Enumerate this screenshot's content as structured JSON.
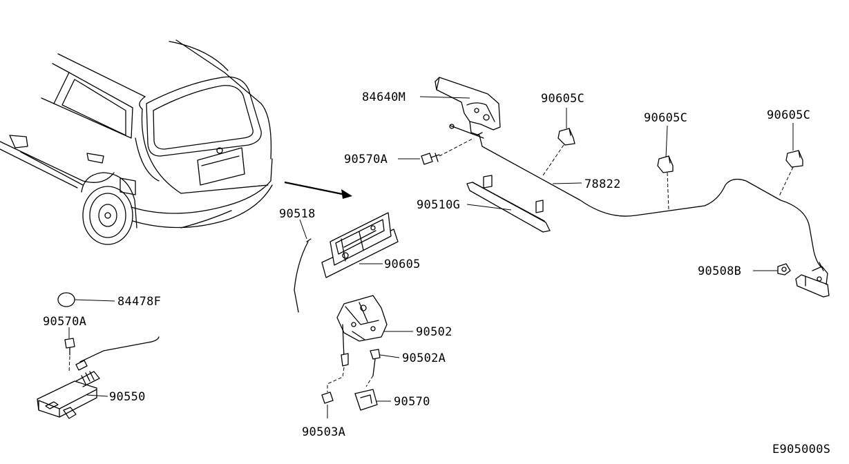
{
  "diagram_code": "E905000S",
  "callouts": {
    "p84640M": "84640M",
    "p90605C_1": "90605C",
    "p90605C_2": "90605C",
    "p90605C_3": "90605C",
    "p90570A_top": "90570A",
    "p78822": "78822",
    "p90510G": "90510G",
    "p90518": "90518",
    "p90605": "90605",
    "p90508B": "90508B",
    "p84478F": "84478F",
    "p90570A_left": "90570A",
    "p90502": "90502",
    "p90502A": "90502A",
    "p90550": "90550",
    "p90570": "90570",
    "p90503A": "90503A"
  }
}
